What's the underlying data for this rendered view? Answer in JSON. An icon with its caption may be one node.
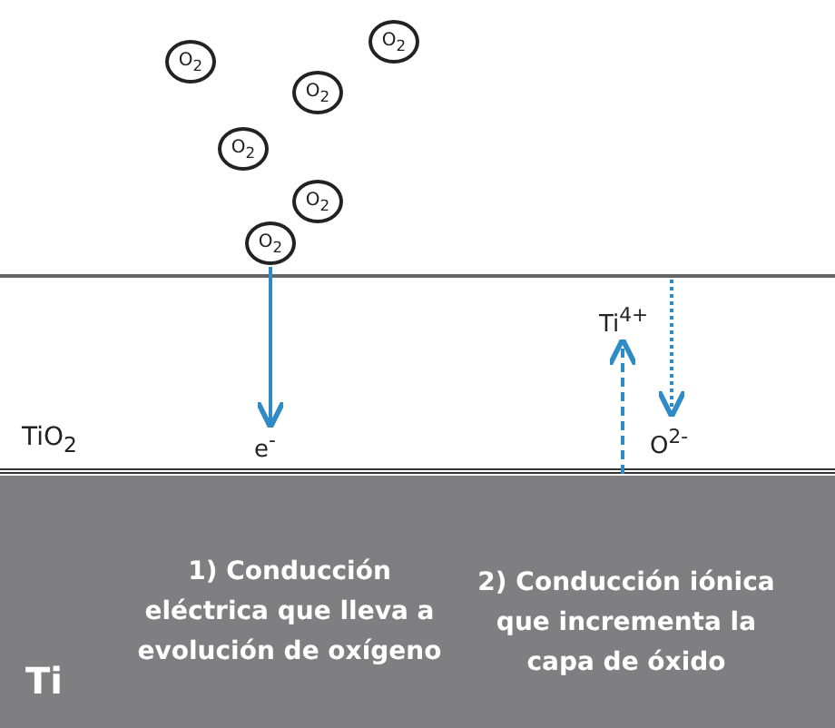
{
  "diagram": {
    "nodes": [
      {
        "text": [
          "TiO$_{2}$"
        ]
      },
      {
        "text": [
          "Ti",
          "1) Conducción eléctrica que lleva a evolución de oxígeno",
          "2) Conducción iónica que incrementa la capa de óxido"
        ]
      },
      {
        "text": [
          "O$_{2}$"
        ]
      },
      {
        "text": [
          "O$_{2}$"
        ]
      },
      {
        "text": [
          "O$_{2}$"
        ]
      },
      {
        "text": [
          "O$_{2}$"
        ]
      },
      {
        "text": [
          "O$_{2}$"
        ]
      },
      {
        "text": [
          "O$_{2}$"
        ]
      },
      {
        "text": [
          "e$^{-}$"
        ],
        "in": 0
      },
      {
        "text": [
          "Ti$^{4+}$"
        ],
        "in": 0
      },
      {
        "text": [
          "O$^{2-}$"
        ],
        "in": 0
      }
    ],
    "edges": [
      {
        "from": 7,
        "to": 8,
        "arrow": "to"
      },
      {
        "from": 1,
        "to": 9,
        "arrow": "to",
        "style": "dashed"
      },
      {
        "from": null,
        "to": 10,
        "arrow": "to",
        "style": "dashed"
      }
    ]
  }
}
